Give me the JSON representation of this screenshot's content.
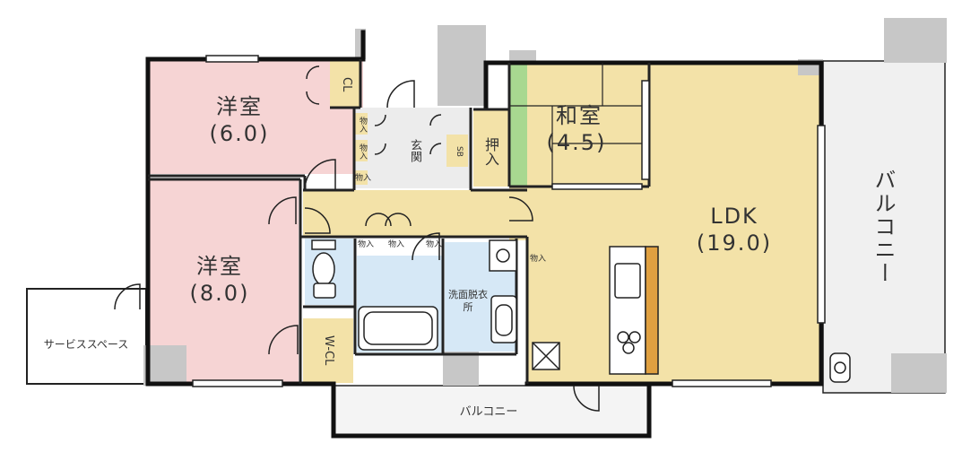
{
  "rooms": {
    "western_a": {
      "name": "洋室",
      "size": "(6.0)"
    },
    "western_b": {
      "name": "洋室",
      "size": "(8.0)"
    },
    "japanese": {
      "name": "和室",
      "size": "(4.5)"
    },
    "ldk": {
      "name": "LDK",
      "size": "(19.0)"
    },
    "balcony_east": {
      "name": "バルコニー"
    },
    "balcony_south": {
      "name": "バルコニー"
    },
    "service_space": {
      "name": "サービススペース"
    },
    "entrance": {
      "name": "玄関"
    },
    "oshiire": {
      "name": "押入"
    },
    "closet": {
      "name": "CL"
    },
    "wic": {
      "name": "W-CL"
    },
    "washroom": {
      "name": "洗面脱衣所"
    },
    "shoe_box": {
      "name": "SB"
    },
    "storage": {
      "name": "物入"
    }
  },
  "colors": {
    "western": "#f6d4d4",
    "japanese": "#a8d890",
    "ldk": "#f3e2a8",
    "corridor": "#f3e2a8",
    "bath": "#d6e8f6",
    "balcony": "#f0f0f0",
    "wall": "#111111",
    "column": "#bdbdbd",
    "kitchen_counter": "#e0a040"
  }
}
